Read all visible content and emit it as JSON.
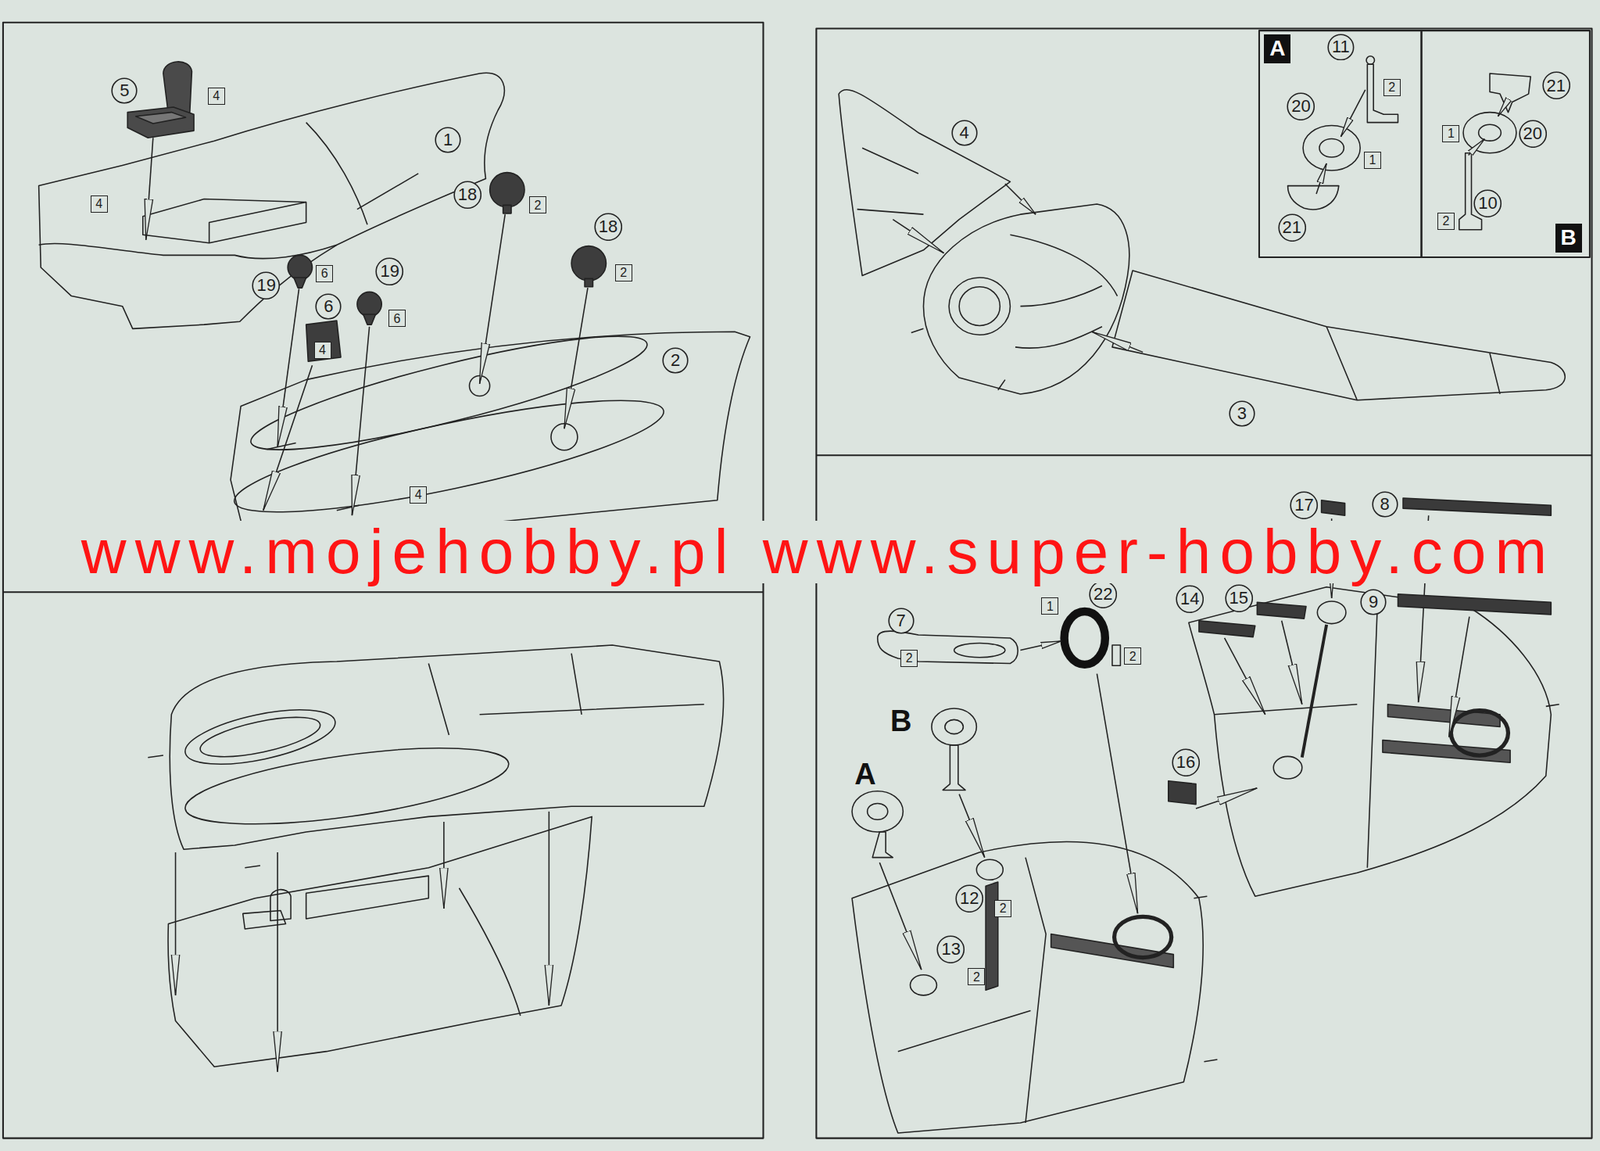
{
  "diagram": {
    "nodes": [
      {
        "text": [
          "5"
        ]
      },
      {
        "text": [
          "4"
        ]
      },
      {
        "text": [
          "4"
        ]
      },
      {
        "text": [
          "1"
        ]
      },
      {
        "text": [
          "18"
        ]
      },
      {
        "text": [
          "2"
        ]
      },
      {
        "text": [
          "18"
        ]
      },
      {
        "text": [
          "2"
        ]
      },
      {
        "text": [
          "19"
        ]
      },
      {
        "text": [
          "6"
        ]
      },
      {
        "text": [
          "19"
        ]
      },
      {
        "text": [
          "6"
        ]
      },
      {
        "text": [
          "6"
        ]
      },
      {
        "text": [
          "4"
        ]
      },
      {
        "text": [
          "2"
        ]
      },
      {
        "text": [
          "4"
        ]
      },
      {
        "text": [
          "4"
        ]
      },
      {
        "text": [
          "3"
        ]
      },
      {
        "text": [
          "A"
        ]
      },
      {
        "text": [
          "11"
        ]
      },
      {
        "text": [
          "2"
        ]
      },
      {
        "text": [
          "20"
        ]
      },
      {
        "text": [
          "1"
        ]
      },
      {
        "text": [
          "21"
        ]
      },
      {
        "text": [
          "21"
        ]
      },
      {
        "text": [
          "1"
        ]
      },
      {
        "text": [
          "20"
        ]
      },
      {
        "text": [
          "10"
        ]
      },
      {
        "text": [
          "2"
        ]
      },
      {
        "text": [
          "B"
        ]
      },
      {
        "text": [
          "17"
        ]
      },
      {
        "text": [
          "8"
        ]
      },
      {
        "text": [
          "9"
        ]
      },
      {
        "text": [
          "14"
        ]
      },
      {
        "text": [
          "15"
        ]
      },
      {
        "text": [
          "7"
        ]
      },
      {
        "text": [
          "2"
        ]
      },
      {
        "text": [
          "1"
        ]
      },
      {
        "text": [
          "22"
        ]
      },
      {
        "text": [
          "2"
        ]
      },
      {
        "text": [
          "16"
        ]
      },
      {
        "text": [
          "12"
        ]
      },
      {
        "text": [
          "2"
        ]
      },
      {
        "text": [
          "13"
        ]
      },
      {
        "text": [
          "2"
        ]
      }
    ],
    "labels": [
      "www.mojehobby.pl www.super-hobby.com",
      "B",
      "A"
    ]
  }
}
